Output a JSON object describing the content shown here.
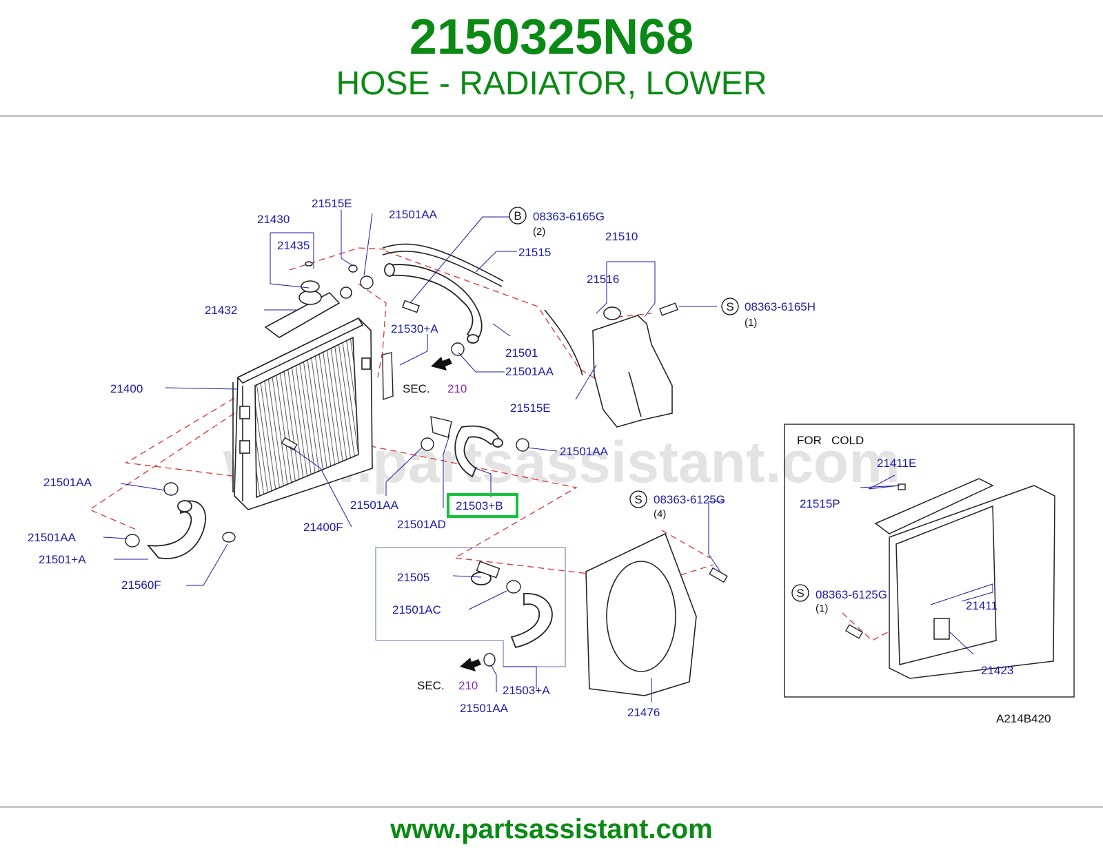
{
  "header": {
    "part_number": "2150325N68",
    "description": "HOSE - RADIATOR, LOWER"
  },
  "footer": {
    "url": "www.partsassistant.com"
  },
  "watermark": "www.partsassistant.com",
  "colors": {
    "brand_green": "#0a8a14",
    "label_blue": "#1a1aa8",
    "section_purple": "#8a2fb0",
    "dash_red": "#e03030",
    "highlight_green": "#17c13a",
    "line_gray": "#c8c8c8",
    "box_blue": "#7f8fb8"
  },
  "diagram": {
    "code": "A214B420",
    "inset": {
      "title": "FOR   COLD",
      "labels": {
        "p21411e": "21411E",
        "p21515p": "21515P",
        "bolt_s_code": "08363-6125G",
        "bolt_s_qty": "(1)",
        "p21411": "21411",
        "p21423": "21423"
      }
    },
    "labels": {
      "p21430": "21430",
      "p21435": "21435",
      "p21515e_top": "21515E",
      "p21501aa_top": "21501AA",
      "bolt_b_code": "08363-6165G",
      "bolt_b_qty": "(2)",
      "p21510": "21510",
      "p21515": "21515",
      "p21516": "21516",
      "bolt_s1_code": "08363-6165H",
      "bolt_s1_qty": "(1)",
      "p21432": "21432",
      "p21530a": "21530+A",
      "p21501": "21501",
      "p21501aa_mid": "21501AA",
      "p21400": "21400",
      "sec_text_1": "SEC.",
      "sec_num_1": "210",
      "p21515e_mid": "21515E",
      "p21501aa_right": "21501AA",
      "p21501aa_left": "21501AA",
      "p21501aa_lower": "21501AA",
      "p21503b": "21503+B",
      "bolt_s2_code": "08363-6125G",
      "bolt_s2_qty": "(4)",
      "p21501aa_left2": "21501AA",
      "p21501a": "21501+A",
      "p21400f": "21400F",
      "p21501ad": "21501AD",
      "p21560f": "21560F",
      "p21505": "21505",
      "p21501ac": "21501AC",
      "sec_text_2": "SEC.",
      "sec_num_2": "210",
      "p21503a": "21503+A",
      "p21501aa_bottom": "21501AA",
      "p21476": "21476"
    },
    "bolt_letters": {
      "b": "B",
      "s": "S"
    }
  }
}
